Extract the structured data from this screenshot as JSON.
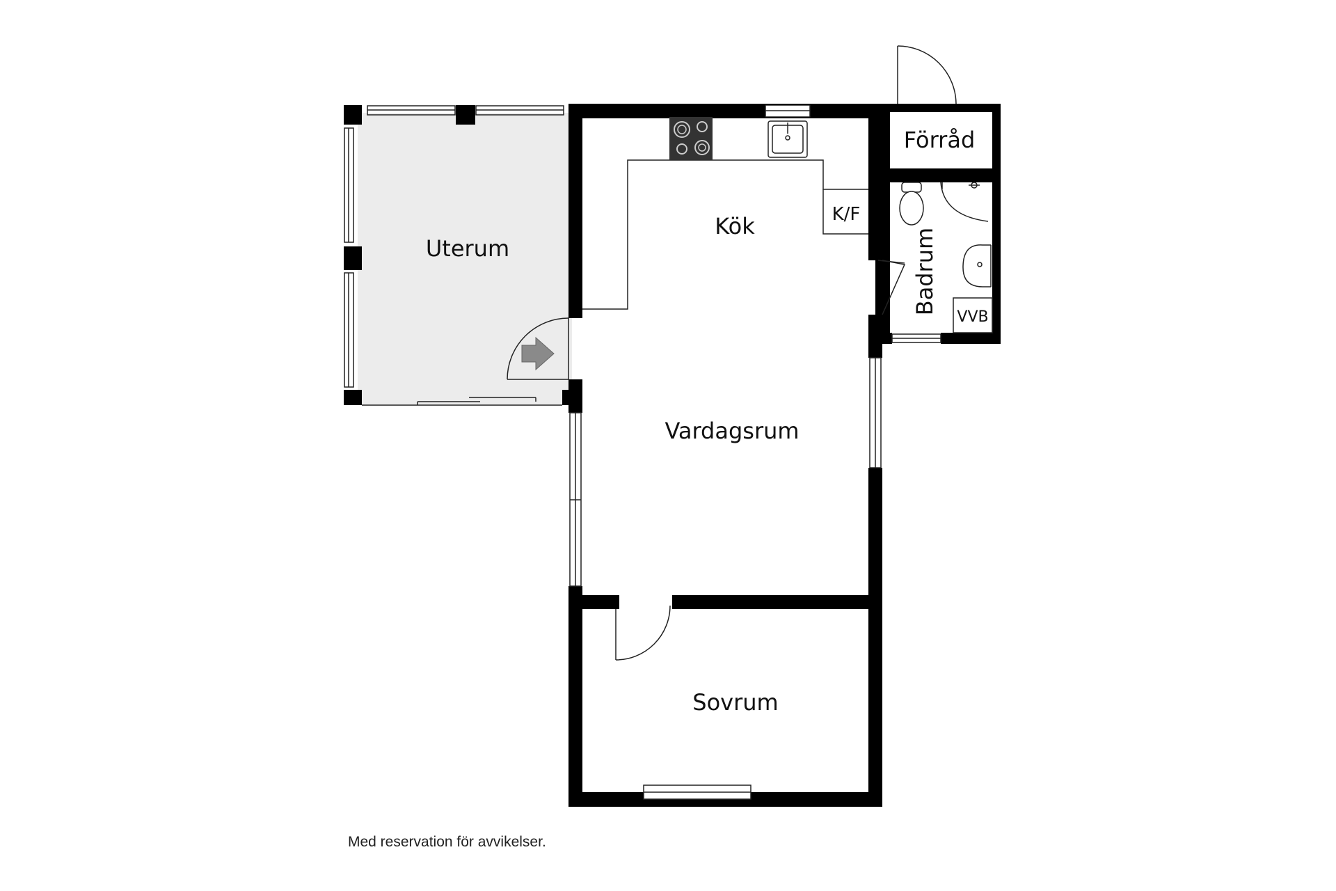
{
  "rooms": {
    "uterum": "Uterum",
    "kok": "Kök",
    "vardagsrum": "Vardagsrum",
    "sovrum": "Sovrum",
    "forrad": "Förråd",
    "badrum": "Badrum"
  },
  "fixtures": {
    "kf": "K/F",
    "vvb": "VVB"
  },
  "footer": {
    "disclaimer": "Med reservation för avvikelser."
  },
  "colors": {
    "wall": "#000000",
    "uterum_floor": "#ececec",
    "entrance_arrow": "#8a8a8a",
    "line": "#222222"
  }
}
